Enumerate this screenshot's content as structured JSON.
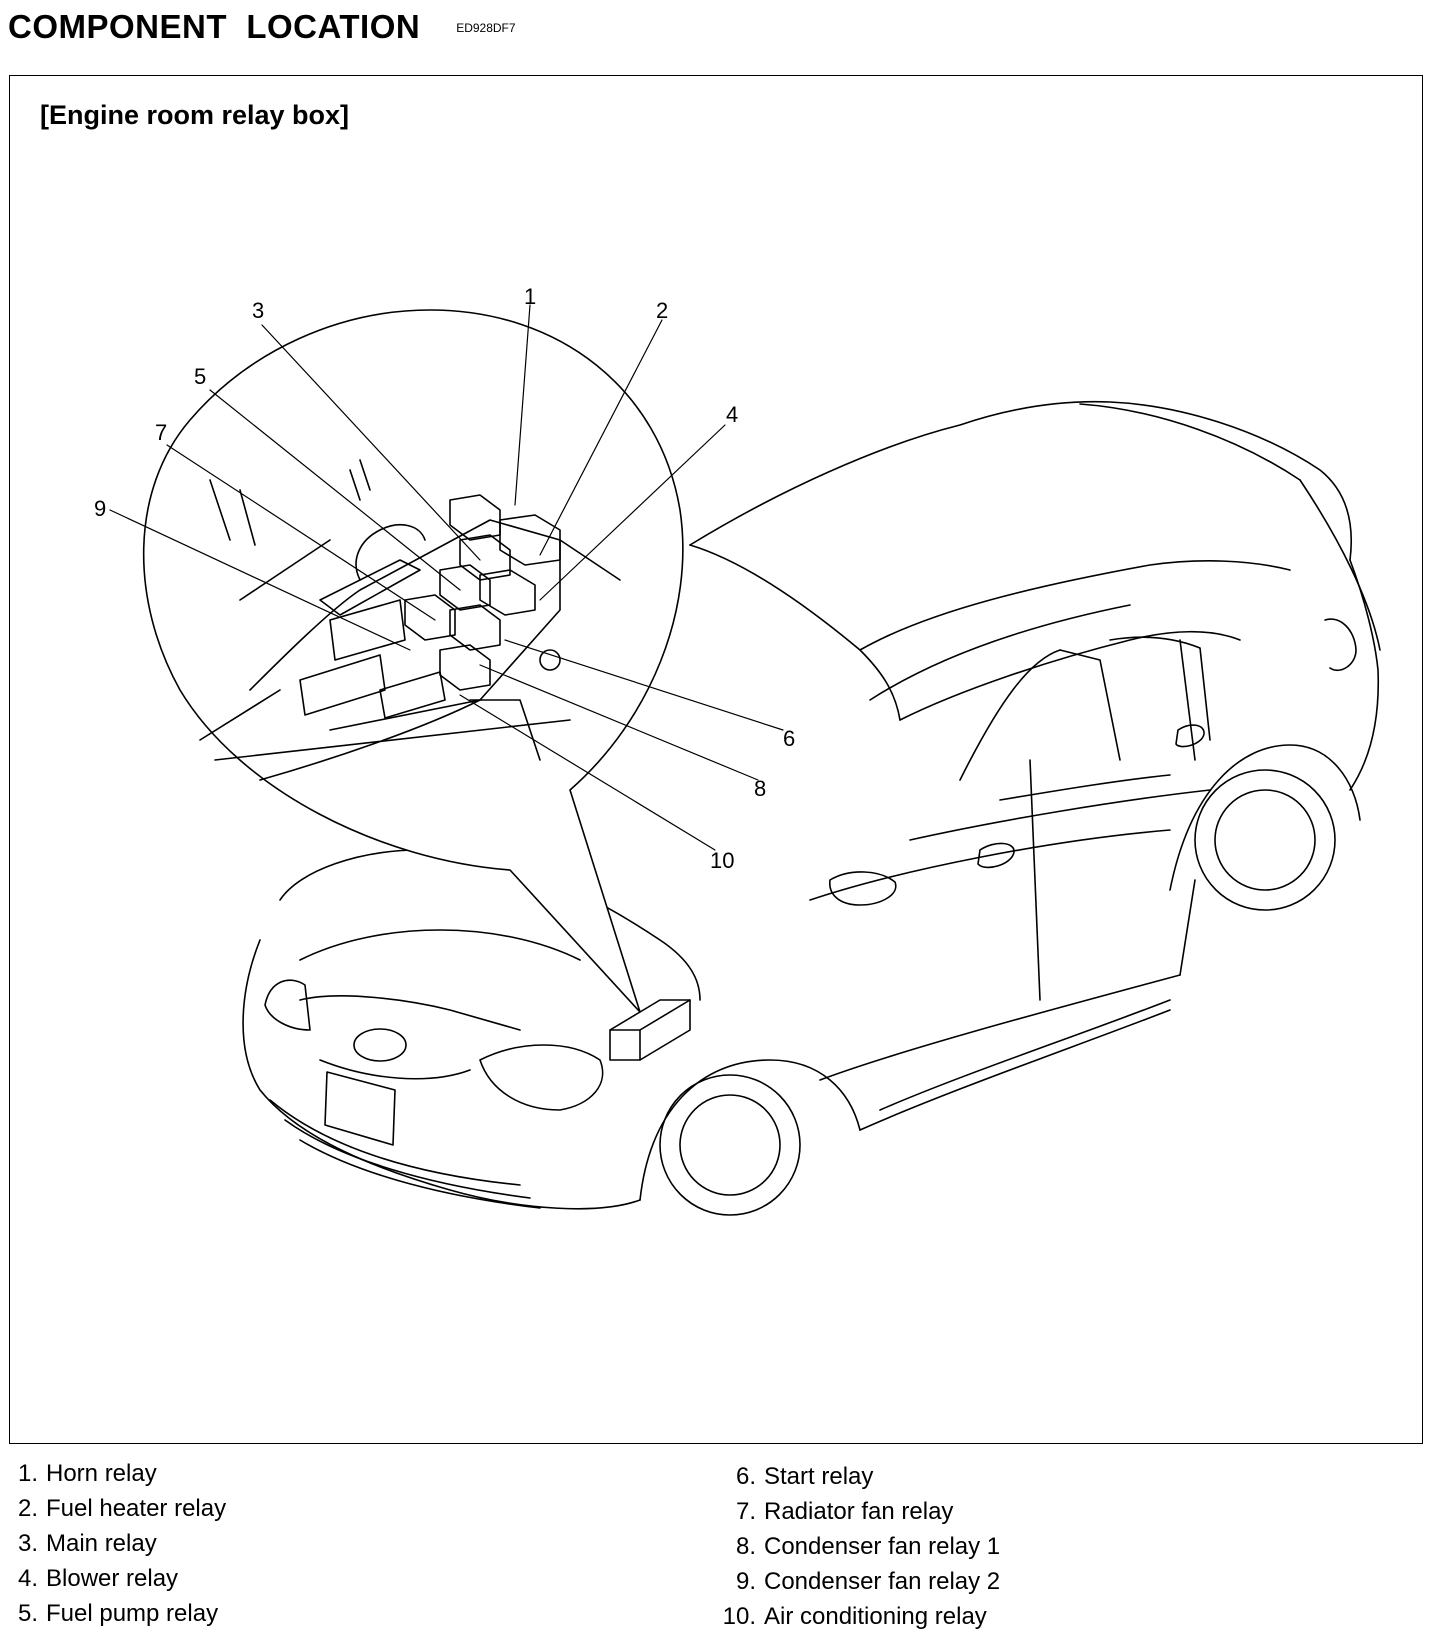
{
  "header": {
    "title": "COMPONENT  LOCATION",
    "code": "ED928DF7"
  },
  "figure": {
    "subtitle": "[Engine room relay box]",
    "callouts": [
      "1",
      "2",
      "3",
      "4",
      "5",
      "6",
      "7",
      "8",
      "9",
      "10"
    ]
  },
  "legend": {
    "left": [
      {
        "num": "1.",
        "label": "Horn relay"
      },
      {
        "num": "2.",
        "label": "Fuel heater relay"
      },
      {
        "num": "3.",
        "label": "Main relay"
      },
      {
        "num": "4.",
        "label": "Blower relay"
      },
      {
        "num": "5.",
        "label": "Fuel pump relay"
      }
    ],
    "right": [
      {
        "num": "6.",
        "label": "Start relay"
      },
      {
        "num": "7.",
        "label": "Radiator fan relay"
      },
      {
        "num": "8.",
        "label": "Condenser fan relay 1"
      },
      {
        "num": "9.",
        "label": "Condenser fan relay 2"
      },
      {
        "num": "10.",
        "label": "Air conditioning relay"
      }
    ]
  }
}
